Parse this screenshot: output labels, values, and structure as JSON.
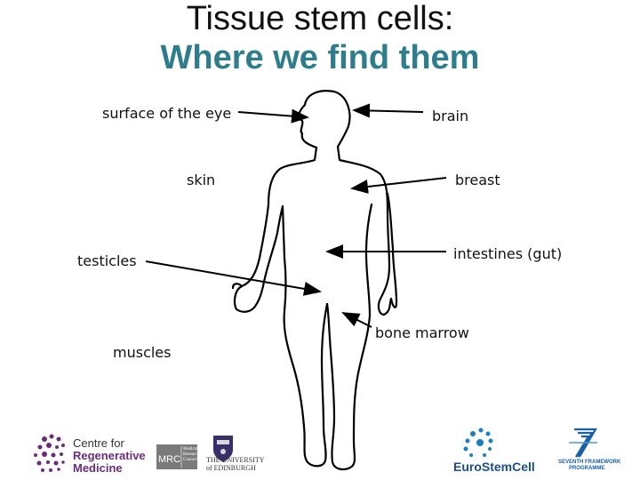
{
  "title": {
    "line1": "Tissue stem cells:",
    "line2": "Where we find them"
  },
  "labels": {
    "surface_eye": "surface of the eye",
    "brain": "brain",
    "skin": "skin",
    "breast": "breast",
    "testicles": "testicles",
    "intestines": "intestines (gut)",
    "muscles": "muscles",
    "bone_marrow": "bone marrow"
  },
  "logos": {
    "crm_line1": "Centre for",
    "crm_line2": "Regenerative",
    "crm_line3": "Medicine",
    "mrc": "MRC",
    "mrc_sub": "Medical Research Council",
    "uoe_line1": "THE UNIVERSITY",
    "uoe_line2": "of EDINBURGH",
    "eurostemcell": "EuroStemCell",
    "fp7_line1": "SEVENTH FRAMEWORK",
    "fp7_line2": "PROGRAMME"
  },
  "colors": {
    "title_accent": "#2e7d8c",
    "crm_purple": "#6a2c7a",
    "eurostemcell_blue": "#1a7fc1"
  }
}
